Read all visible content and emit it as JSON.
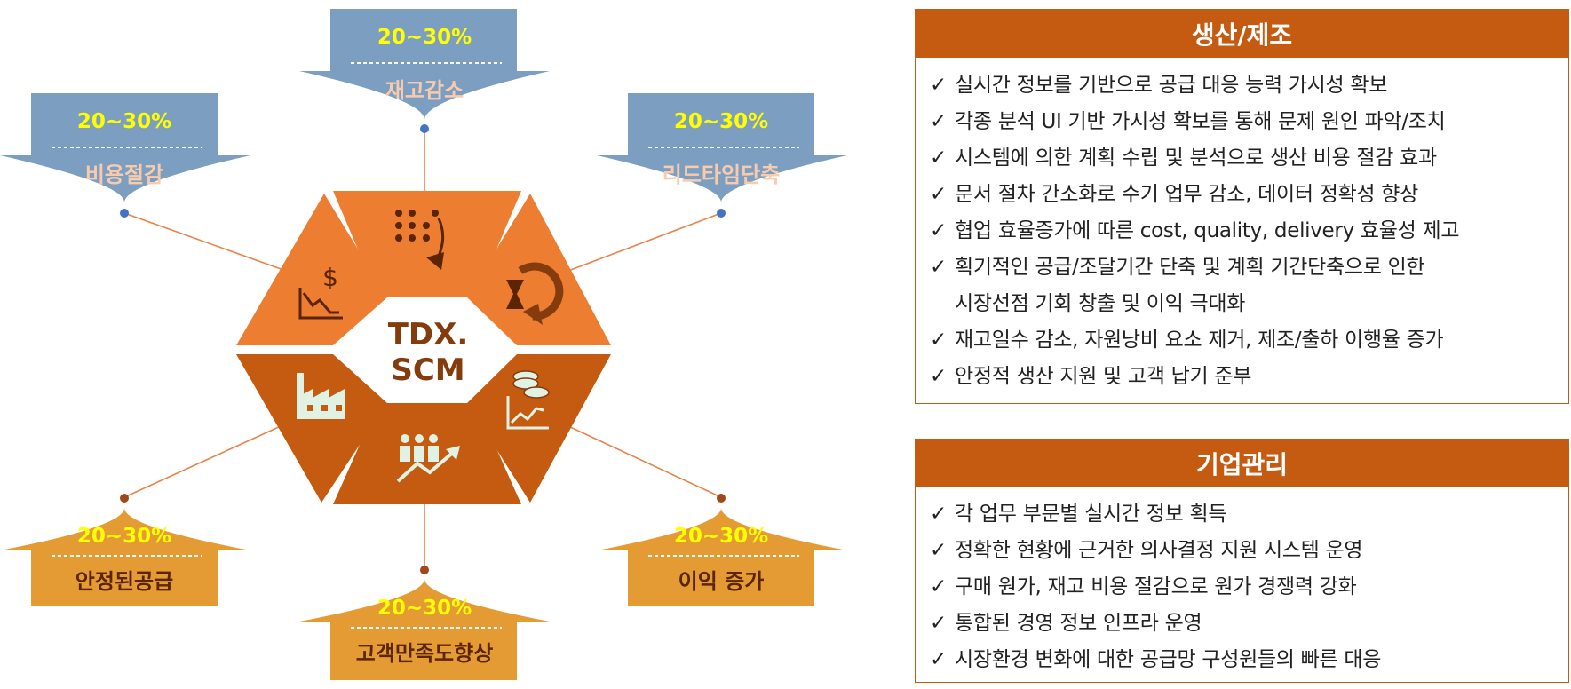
{
  "center": {
    "line1": "TDX.",
    "line2": "SCM"
  },
  "callouts": [
    {
      "id": "top",
      "value": "20~30%",
      "label": "재고감소"
    },
    {
      "id": "upper-left",
      "value": "20~30%",
      "label": "비용절감"
    },
    {
      "id": "upper-right",
      "value": "20~30%",
      "label": "리드타임단축"
    },
    {
      "id": "lower-left",
      "value": "20~30%",
      "label": "안정된공급"
    },
    {
      "id": "bottom",
      "value": "20~30%",
      "label": "고객만족도향상"
    },
    {
      "id": "lower-right",
      "value": "20~30%",
      "label": "이익 증가"
    }
  ],
  "hexagon_icons": [
    "inventory-flow-icon",
    "hourglass-cycle-icon",
    "coins-growth-icon",
    "team-growth-icon",
    "factory-icon",
    "cost-down-icon"
  ],
  "colors": {
    "accent_dark": "#c55a11",
    "hex_light": "#ed7d31",
    "hex_dark": "#c55a11",
    "arrow_blue": "#7c9ec1",
    "arrow_gold": "#e59b34",
    "percent_yellow": "#ffff00",
    "label_peach": "#f8cbad",
    "label_dark": "#5a2500"
  },
  "panels": [
    {
      "title": "생산/제조",
      "items": [
        "실시간 정보를 기반으로 공급 대응 능력 가시성 확보",
        "각종 분석 UI 기반 가시성 확보를 통해 문제 원인 파악/조치",
        "시스템에 의한 계획 수립 및 분석으로 생산 비용 절감 효과",
        "문서 절차 간소화로 수기 업무 감소, 데이터 정확성 향상",
        "협업 효율증가에 따른 cost, quality, delivery 효율성 제고",
        "획기적인 공급/조달기간 단축 및 계획 기간단축으로 인한",
        "시장선점 기회 창출 및 이익 극대화",
        "재고일수 감소, 자원낭비 요소 제거, 제조/출하 이행율 증가",
        "안정적 생산 지원 및 고객 납기 준부"
      ]
    },
    {
      "title": "기업관리",
      "items": [
        "각 업무 부문별 실시간 정보 획득",
        "정확한 현황에 근거한 의사결정 지원 시스템 운영",
        "구매 원가, 재고 비용 절감으로 원가 경쟁력 강화",
        "통합된 경영 정보 인프라 운영",
        "시장환경 변화에 대한 공급망 구성원들의 빠른 대응"
      ]
    }
  ],
  "check_mark": "✓"
}
